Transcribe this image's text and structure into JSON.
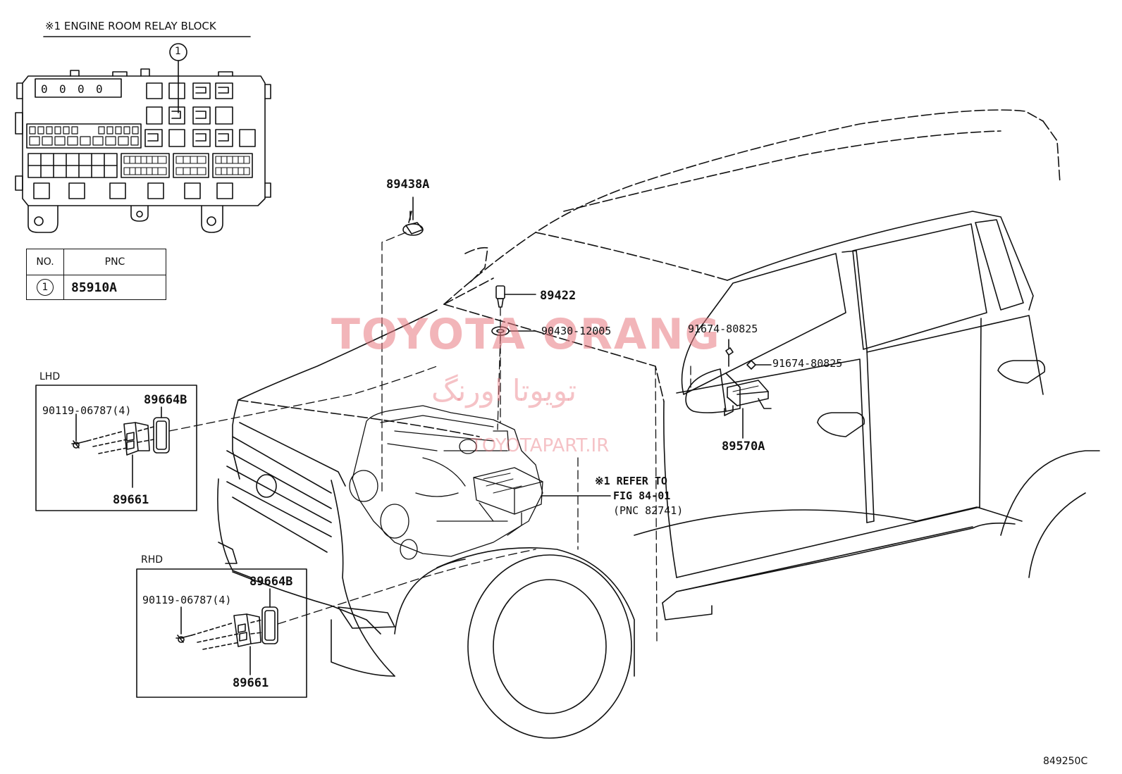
{
  "relay_block": {
    "title": "※1 ENGINE ROOM RELAY BLOCK",
    "callout": "1"
  },
  "pnc_table": {
    "headers": [
      "NO.",
      "PNC"
    ],
    "rows": [
      {
        "no": "1",
        "pnc": "85910A"
      }
    ]
  },
  "sections": {
    "lhd": "LHD",
    "rhd": "RHD"
  },
  "parts": {
    "lhd_screw": "90119-06787(4)",
    "lhd_cover": "89664B",
    "lhd_sensor": "89661",
    "rhd_screw": "90119-06787(4)",
    "rhd_cover": "89664B",
    "rhd_sensor": "89661",
    "oil_switch": "89438A",
    "temp_sensor": "89422",
    "gasket": "90430-12005",
    "bolt_upper": "91674-80825",
    "bolt_lower": "91674-80825",
    "mirror_sensor": "89570A"
  },
  "refer_note": {
    "line1": "※1 REFER TO",
    "line2": "FIG 84-01",
    "line3": "(PNC 82741)"
  },
  "watermark": {
    "brand": "TOYOTA ORANG",
    "persian": "تویوتا اورنگ",
    "site": "TOYOTAPART.IR"
  },
  "figure_code": "849250C"
}
